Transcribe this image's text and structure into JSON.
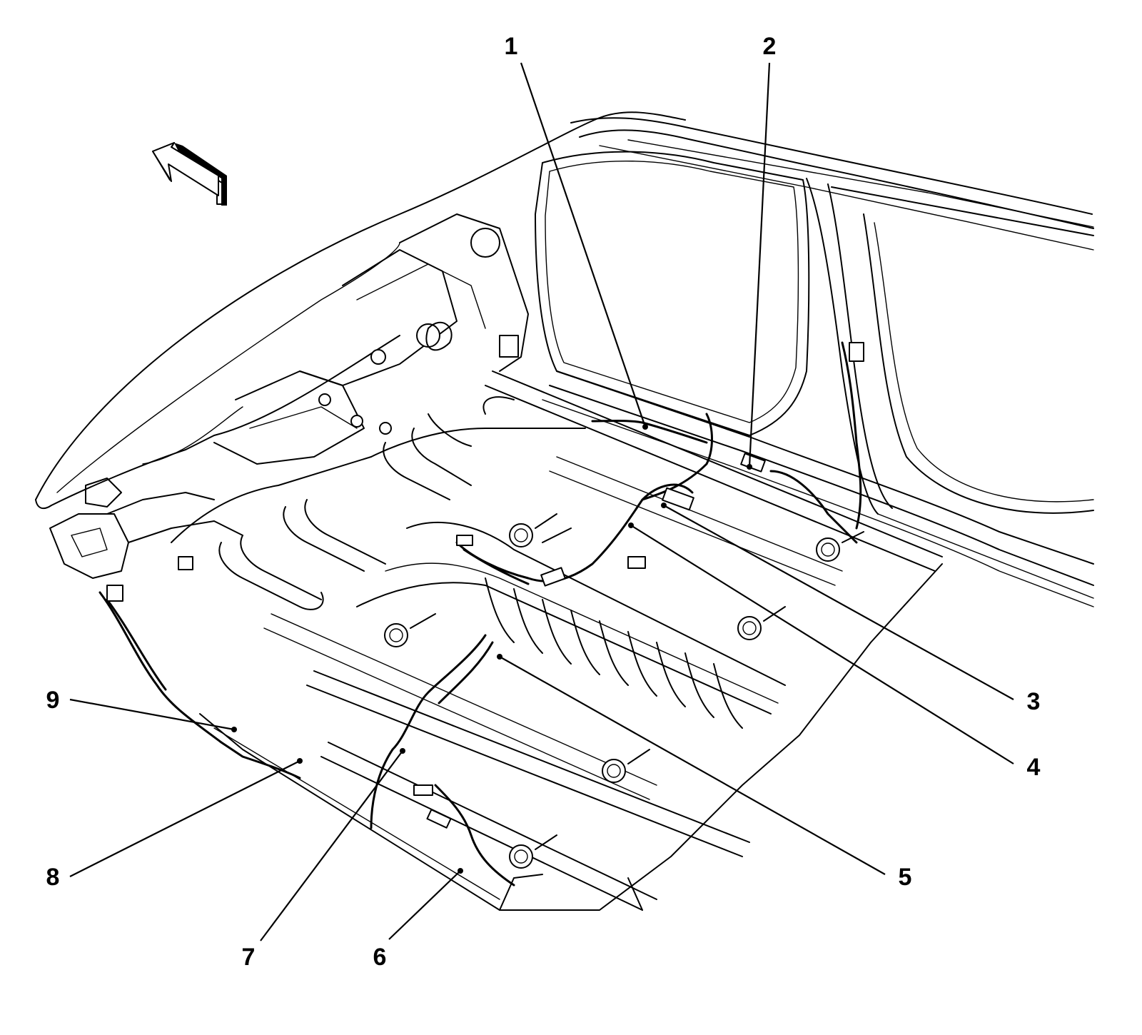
{
  "callouts": [
    {
      "number": "1"
    },
    {
      "number": "2"
    },
    {
      "number": "3"
    },
    {
      "number": "4"
    },
    {
      "number": "5"
    },
    {
      "number": "6"
    },
    {
      "number": "7"
    },
    {
      "number": "8"
    },
    {
      "number": "9"
    }
  ],
  "direction_arrow": {
    "icon": "forward-direction-arrow-icon"
  }
}
